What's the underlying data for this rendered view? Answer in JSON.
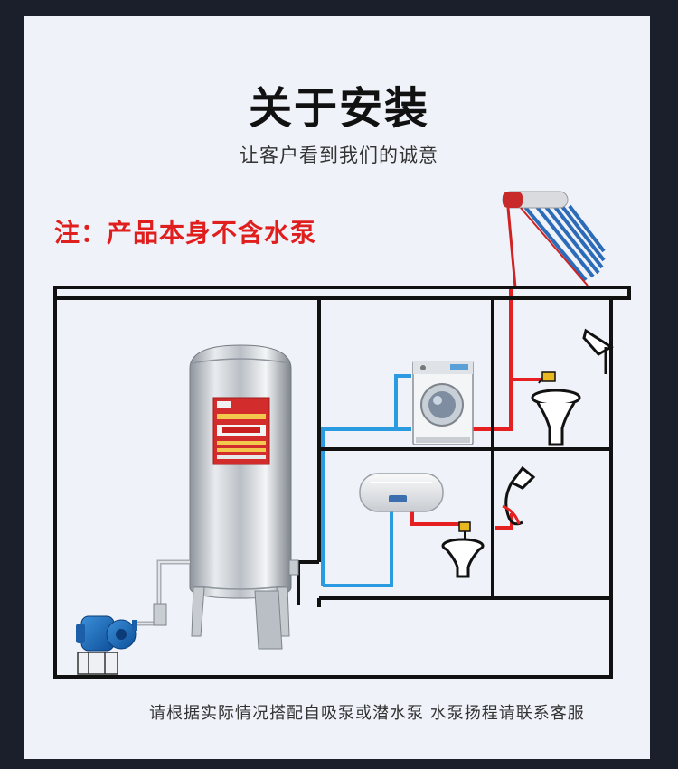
{
  "header": {
    "title": "关于安装",
    "subtitle": "让客户看到我们的诚意"
  },
  "note": {
    "text": "注：产品本身不含水泵"
  },
  "footer": {
    "caption": "请根据实际情况搭配自吸泵或潜水泵 水泵扬程请联系客服"
  },
  "colors": {
    "background": "#1b1f2c",
    "panel": "#eff2f8",
    "note_red": "#e01e1e",
    "hot_pipe": "#e62020",
    "cold_pipe": "#2a9be0",
    "wall": "#111111"
  },
  "icons": [
    "solar-water-heater-icon",
    "stainless-pressure-tank-icon",
    "water-pump-icon",
    "washing-machine-icon",
    "electric-water-heater-icon",
    "wash-basin-icon",
    "shower-head-icon",
    "faucet-icon"
  ]
}
